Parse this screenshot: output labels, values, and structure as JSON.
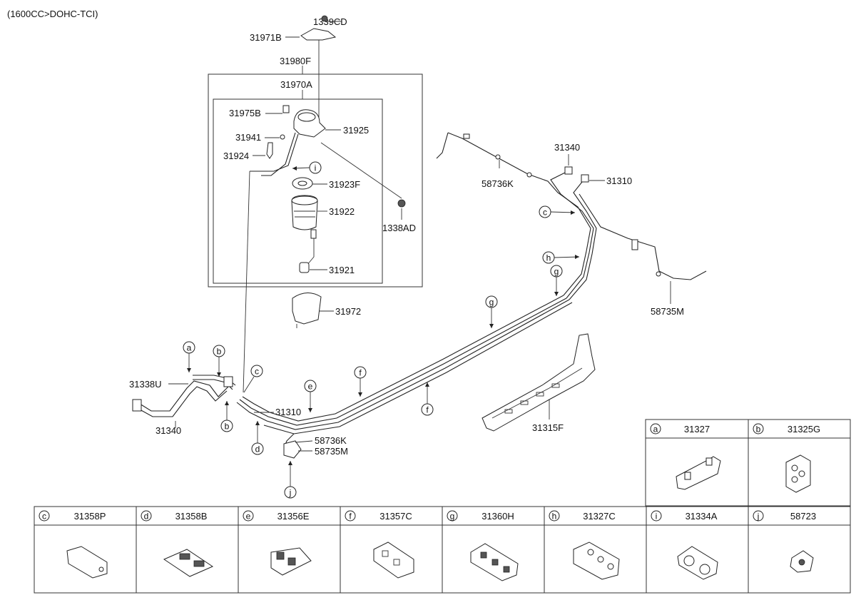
{
  "header": {
    "engine": "(1600CC>DOHC-TCI)"
  },
  "callouts": {
    "p1339CD": "1339CD",
    "p31971B": "31971B",
    "p31980F": "31980F",
    "p31970A": "31970A",
    "p31975B": "31975B",
    "p31925": "31925",
    "p31941": "31941",
    "p31924": "31924",
    "p31923F": "31923F",
    "p31922": "31922",
    "p31921": "31921",
    "p1338AD": "1338AD",
    "p31972": "31972",
    "p31340_top": "31340",
    "p31310_top": "31310",
    "p58736K_top": "58736K",
    "p58735M_top": "58735M",
    "p31338U": "31338U",
    "p31340_bot": "31340",
    "p31310_bot": "31310",
    "p58736K_bot": "58736K",
    "p58735M_bot": "58735M",
    "p31315F": "31315F"
  },
  "letters": {
    "a": "a",
    "b": "b",
    "c": "c",
    "d": "d",
    "e": "e",
    "f": "f",
    "g": "g",
    "h": "h",
    "i": "i",
    "j": "j"
  },
  "legend": [
    {
      "letter": "a",
      "part": "31327"
    },
    {
      "letter": "b",
      "part": "31325G"
    },
    {
      "letter": "c",
      "part": "31358P"
    },
    {
      "letter": "d",
      "part": "31358B"
    },
    {
      "letter": "e",
      "part": "31356E"
    },
    {
      "letter": "f",
      "part": "31357C"
    },
    {
      "letter": "g",
      "part": "31360H"
    },
    {
      "letter": "h",
      "part": "31327C"
    },
    {
      "letter": "i",
      "part": "31334A"
    },
    {
      "letter": "j",
      "part": "58723"
    }
  ]
}
